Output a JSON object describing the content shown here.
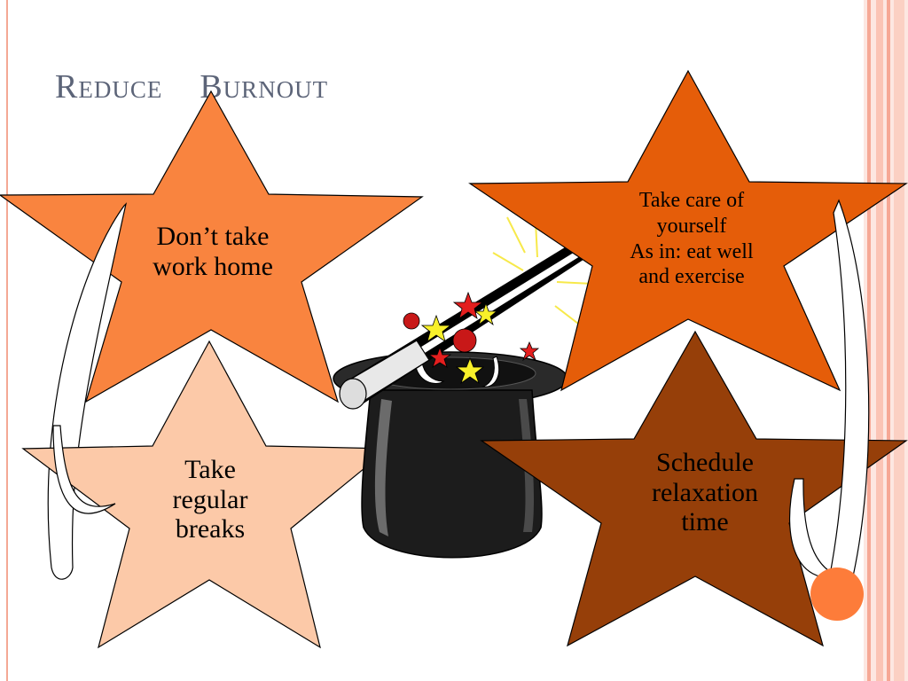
{
  "slide": {
    "title": "Reduce    Burnout",
    "stars": [
      {
        "lines": [
          "Don’t take",
          "work home"
        ],
        "color": "#f9843f"
      },
      {
        "lines": [
          "Take care of",
          "yourself",
          "As in: eat well",
          "and exercise"
        ],
        "color": "#e55d09"
      },
      {
        "lines": [
          "Take",
          "regular",
          "breaks"
        ],
        "color": "#fcc9a8"
      },
      {
        "lines": [
          "Schedule",
          "relaxation",
          "time"
        ],
        "color": "#963f09"
      }
    ]
  },
  "colors": {
    "title": "#5c6478",
    "border_pink": "#fbc9bd",
    "border_line": "#f49c87",
    "accent": "#fd7c3a",
    "hat": "#1c1c1c"
  },
  "icons": {
    "hat": "magic-top-hat-icon",
    "wand": "magic-wand-icon",
    "sparkle": "sparkle-star-icon"
  }
}
